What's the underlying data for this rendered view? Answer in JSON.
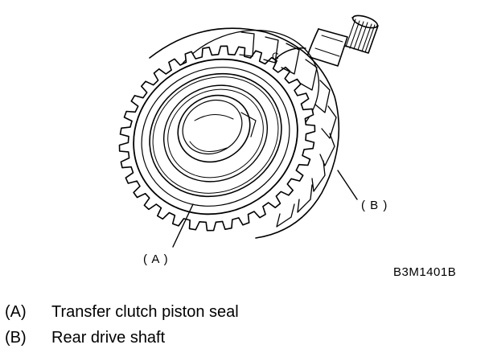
{
  "diagram": {
    "callouts": {
      "a": "( A )",
      "b": "( B )"
    },
    "figure_code": "B3M1401B",
    "shaft_marking": "C"
  },
  "legend": [
    {
      "key": "(A)",
      "text": "Transfer clutch piston seal"
    },
    {
      "key": "(B)",
      "text": "Rear drive shaft"
    }
  ],
  "colors": {
    "ink": "#000000",
    "paper": "#ffffff"
  }
}
